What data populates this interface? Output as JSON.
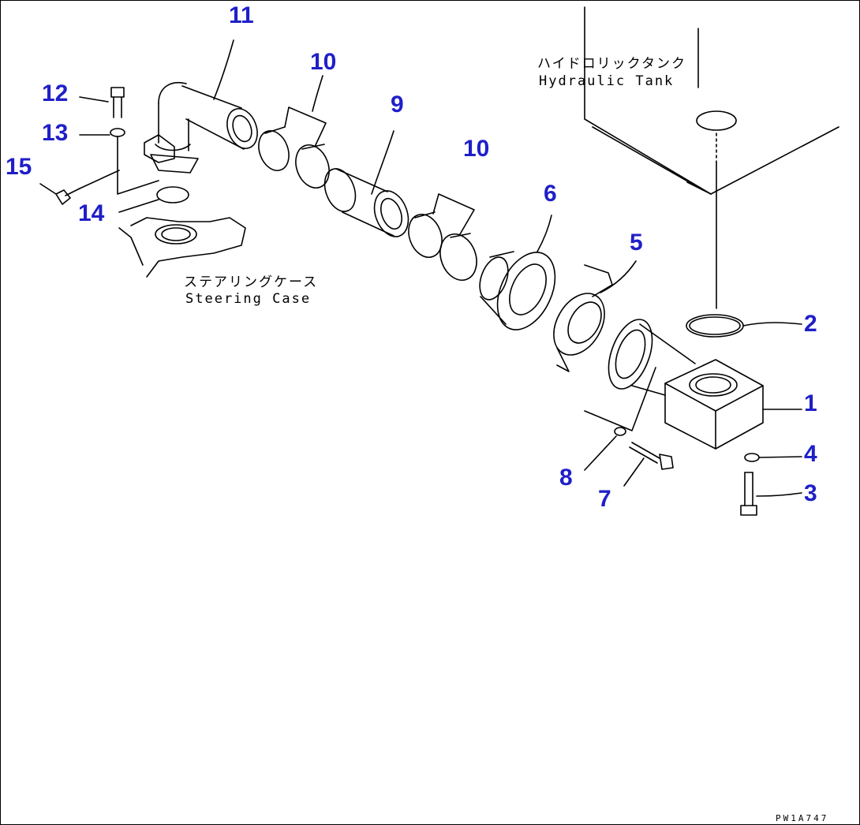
{
  "callouts": {
    "c1": "1",
    "c2": "2",
    "c3": "3",
    "c4": "4",
    "c5": "5",
    "c6": "6",
    "c7": "7",
    "c8": "8",
    "c9": "9",
    "c10a": "10",
    "c10b": "10",
    "c11": "11",
    "c12": "12",
    "c13": "13",
    "c14": "14",
    "c15": "15"
  },
  "labels": {
    "tank_jp": "ハイドロリックタンク",
    "tank_en": "Hydraulic Tank",
    "steering_jp": "ステアリングケース",
    "steering_en": "Steering Case"
  },
  "drawing_code": "PW1A747",
  "colors": {
    "callout": "#1f1fc8",
    "line": "#000000"
  }
}
